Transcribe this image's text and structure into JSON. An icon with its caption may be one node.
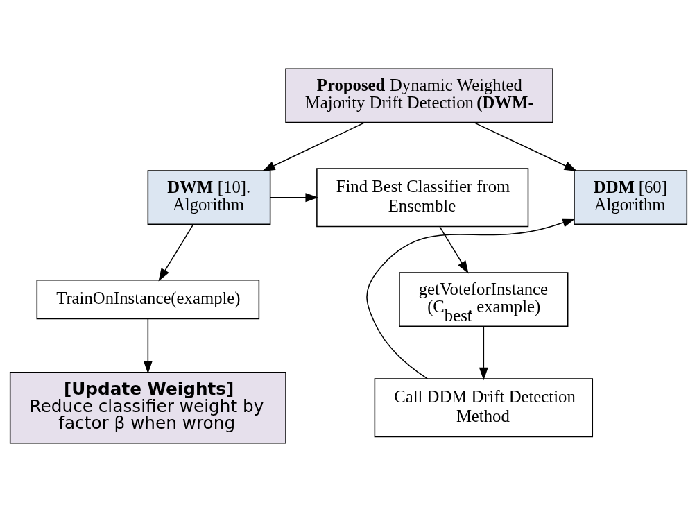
{
  "diagram": {
    "nodes": [
      {
        "text": [
          "**Proposed** Dynamic Weighted Majority Drift Detection **(DWM-**"
        ]
      },
      {
        "text": [
          "Find Best Classifier from Ensemble"
        ]
      },
      {
        "text": [
          "**DWM** [10]. Algorithm"
        ]
      },
      {
        "text": [
          "**DDM** [60] Algorithm"
        ]
      },
      {
        "text": [
          "getVoteforInstance (C$_{best}$, example)"
        ]
      },
      {
        "text": [
          "TrainOnInstance(example)"
        ]
      },
      {
        "text": [
          "[Update Weights]",
          "Reduce classifier weight by factor β when wrong"
        ]
      },
      {
        "text": [
          "Call DDM Drift Detection Method"
        ]
      }
    ],
    "edges": [
      {
        "from": 0,
        "to": 2,
        "arrow": "to"
      },
      {
        "from": 0,
        "to": 3,
        "arrow": "to"
      },
      {
        "from": 2,
        "to": 1,
        "arrow": "to"
      },
      {
        "from": 1,
        "to": 4,
        "arrow": "to"
      },
      {
        "from": 2,
        "to": 5,
        "arrow": "to"
      },
      {
        "from": 5,
        "to": 6,
        "arrow": "to"
      },
      {
        "from": 4,
        "to": 7,
        "arrow": "to"
      },
      {
        "from": 7,
        "to": 3,
        "arrow": "to"
      }
    ]
  }
}
